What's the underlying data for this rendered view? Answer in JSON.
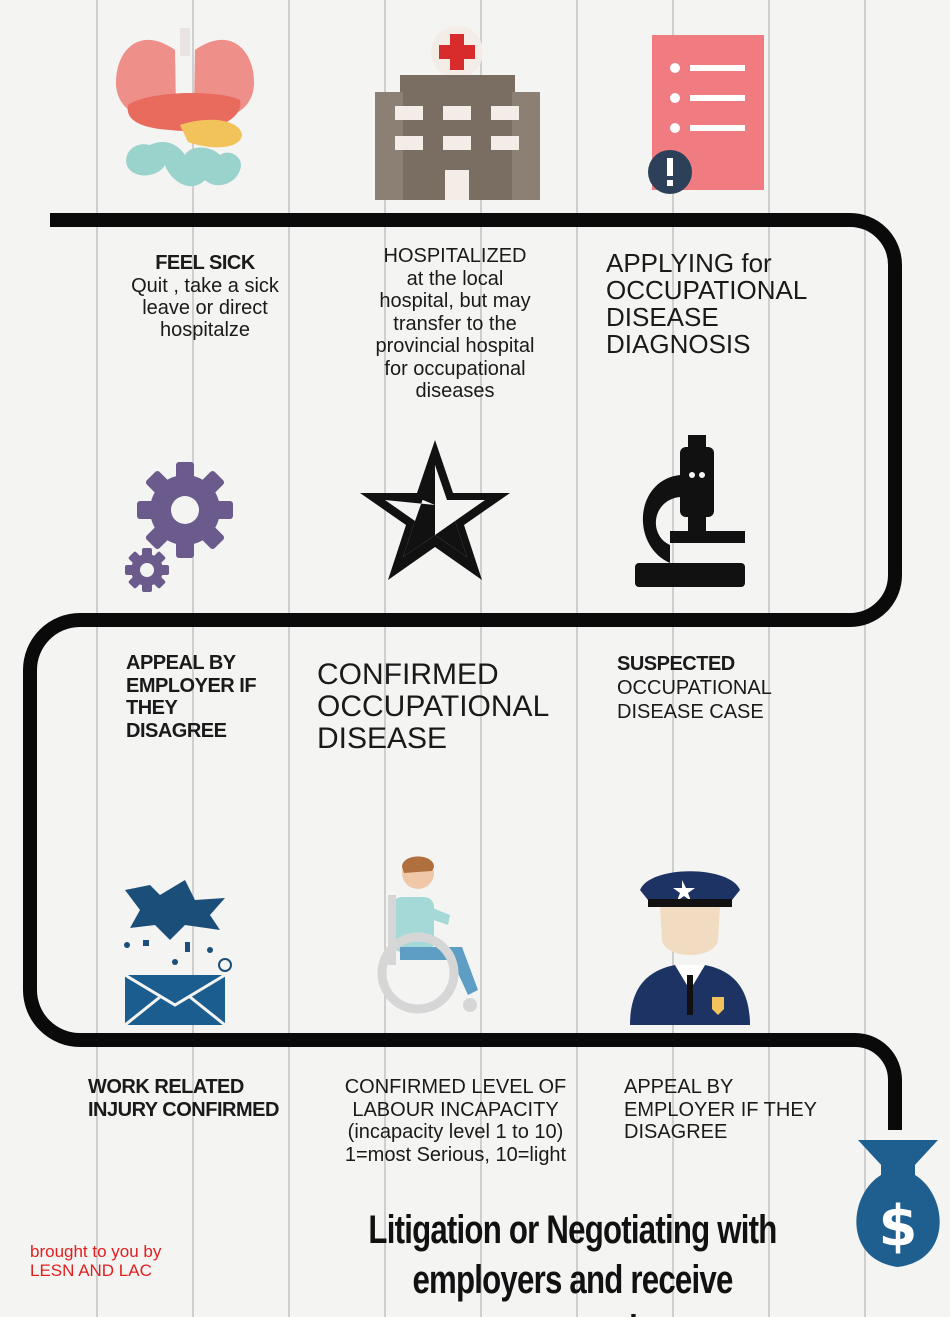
{
  "steps": {
    "feel_sick": {
      "title": "FEEL SICK",
      "body": [
        "Quit , take a sick",
        "leave or direct",
        "hospitalze"
      ]
    },
    "hospitalized": {
      "lines": [
        "HOSPITALIZED",
        "at the local",
        "hospital, but may",
        "transfer to the",
        "provincial hospital",
        "for occupational",
        "diseases"
      ]
    },
    "applying": {
      "lines": [
        "APPLYING for",
        "OCCUPATIONAL",
        "DISEASE",
        "DIAGNOSIS"
      ]
    },
    "appeal_employer_1": {
      "lines": [
        "APPEAL BY",
        "EMPLOYER IF",
        "THEY",
        "DISAGREE"
      ]
    },
    "confirmed": {
      "lines": [
        "CONFIRMED",
        "OCCUPATIONAL",
        "DISEASE"
      ]
    },
    "suspected": {
      "title": "SUSPECTED",
      "body": [
        "OCCUPATIONAL",
        "DISEASE CASE"
      ]
    },
    "work_related": {
      "lines": [
        "WORK RELATED",
        "INJURY CONFIRMED"
      ]
    },
    "labour_incapacity": {
      "lines": [
        "CONFIRMED LEVEL OF",
        "LABOUR INCAPACITY",
        "(incapacity level 1 to 10)",
        "1=most Serious, 10=light"
      ]
    },
    "appeal_employer_2": {
      "lines": [
        "APPEAL BY",
        "EMPLOYER IF THEY",
        "DISAGREE"
      ]
    }
  },
  "final": {
    "lines": [
      "Litigation or Negotiating with",
      "employers and receive compensation"
    ]
  },
  "credit": {
    "lines": [
      "brought to you by",
      "LESN AND LAC"
    ]
  },
  "icons": [
    "organs-icon",
    "hospital-icon",
    "medical-report-icon",
    "gear-icon",
    "star-icon",
    "microscope-icon",
    "envelope-icon",
    "wheelchair-icon",
    "police-officer-icon",
    "money-bag-icon"
  ],
  "colors": {
    "path": "#0a0a0a",
    "credit": "#e02020",
    "money_bag": "#1f5f8f",
    "report": "#f07b80",
    "gear": "#6b5a8c"
  }
}
